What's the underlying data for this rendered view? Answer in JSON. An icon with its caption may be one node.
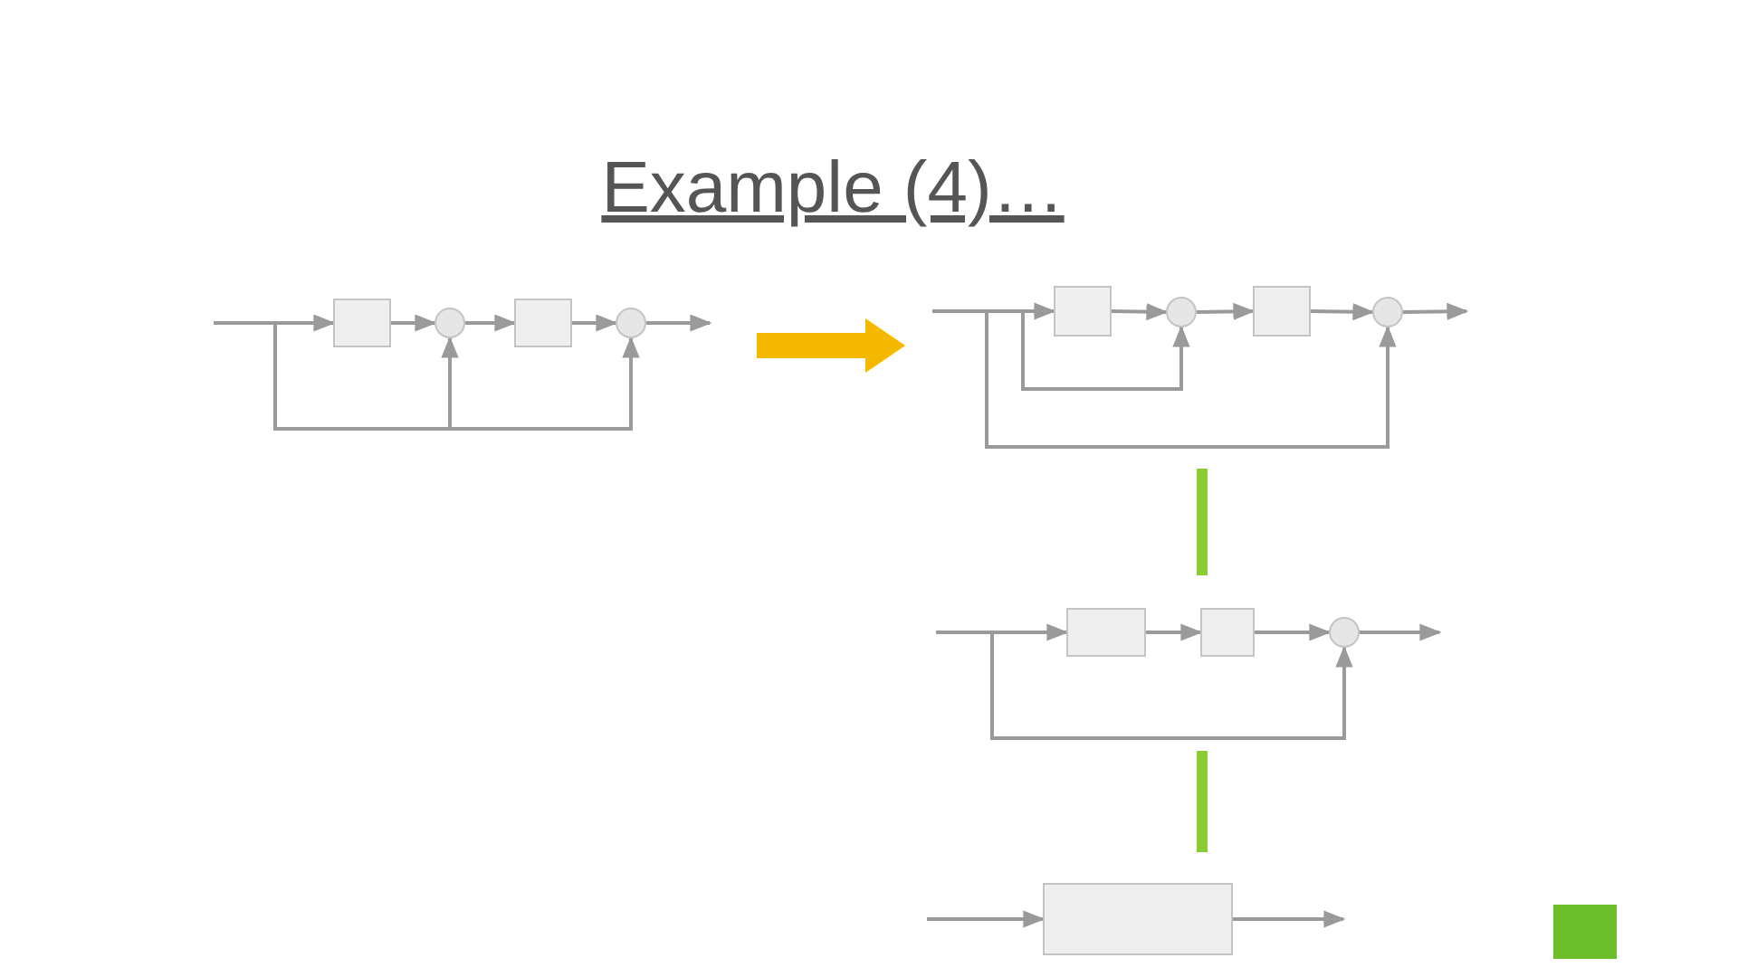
{
  "diagram": {
    "title": "Example (4)…",
    "nodes": [
      {
        "text": [],
        "shape": "box"
      },
      {
        "text": [],
        "shape": "circle"
      },
      {
        "text": [],
        "shape": "box"
      },
      {
        "text": [],
        "shape": "circle"
      },
      {
        "text": [],
        "shape": "box"
      },
      {
        "text": [],
        "shape": "circle"
      },
      {
        "text": [],
        "shape": "box"
      },
      {
        "text": [],
        "shape": "circle"
      },
      {
        "text": [],
        "shape": "box"
      },
      {
        "text": [],
        "shape": "box"
      },
      {
        "text": [],
        "shape": "circle"
      },
      {
        "text": [],
        "shape": "box"
      }
    ],
    "edges": [
      {
        "from": null,
        "to": 0,
        "arrow": "to"
      },
      {
        "from": 0,
        "to": 1,
        "arrow": "to"
      },
      {
        "from": 1,
        "to": 2,
        "arrow": "to"
      },
      {
        "from": 2,
        "to": 3,
        "arrow": "to"
      },
      {
        "from": 3,
        "to": null,
        "arrow": "to"
      },
      {
        "from": null,
        "to": 1,
        "arrow": "to"
      },
      {
        "from": null,
        "to": 3,
        "arrow": "to"
      },
      {
        "from": null,
        "to": 4,
        "arrow": "to"
      },
      {
        "from": 4,
        "to": 5,
        "arrow": "to"
      },
      {
        "from": 5,
        "to": 6,
        "arrow": "to"
      },
      {
        "from": 6,
        "to": 7,
        "arrow": "to"
      },
      {
        "from": 7,
        "to": null,
        "arrow": "to"
      },
      {
        "from": null,
        "to": 5,
        "arrow": "to"
      },
      {
        "from": null,
        "to": 7,
        "arrow": "to"
      },
      {
        "from": null,
        "to": 8,
        "arrow": "to"
      },
      {
        "from": 8,
        "to": 9,
        "arrow": "to"
      },
      {
        "from": 9,
        "to": 10,
        "arrow": "to"
      },
      {
        "from": 10,
        "to": null,
        "arrow": "to"
      },
      {
        "from": null,
        "to": 10,
        "arrow": "to"
      },
      {
        "from": null,
        "to": 11,
        "arrow": "to"
      },
      {
        "from": 11,
        "to": null,
        "arrow": "to"
      }
    ]
  }
}
